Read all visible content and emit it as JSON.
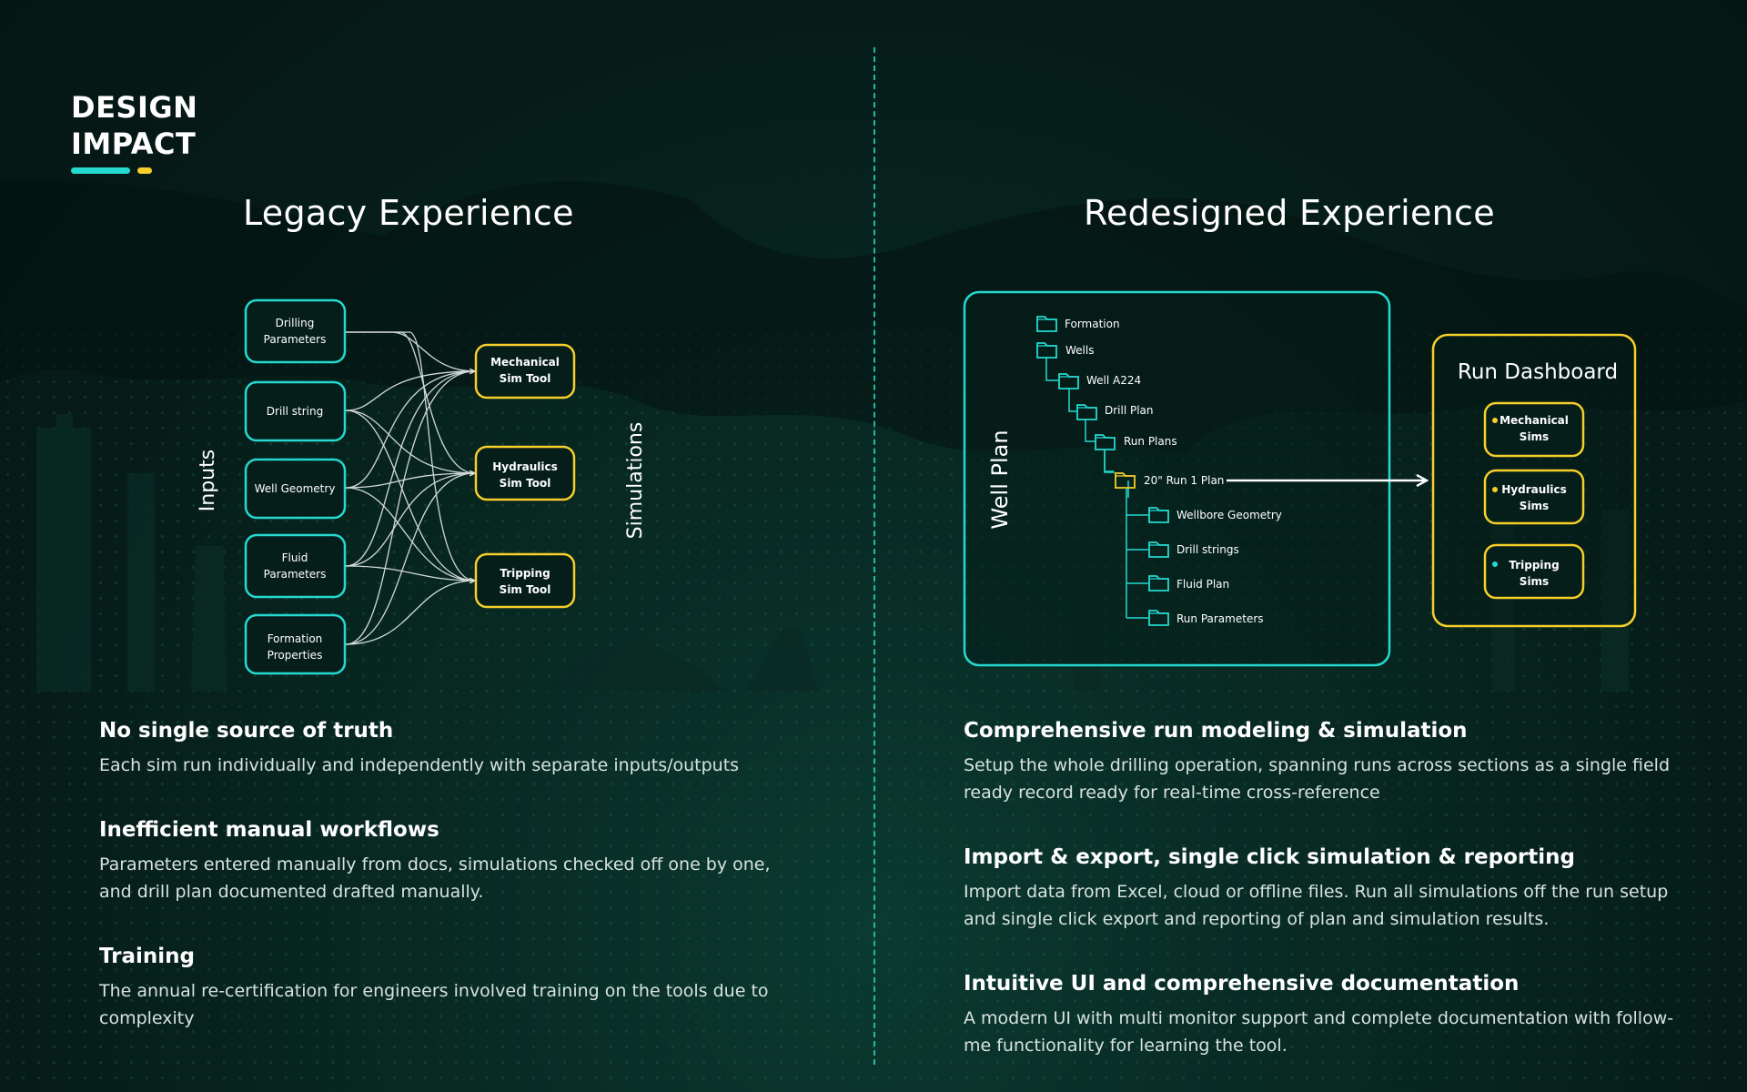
{
  "header": {
    "title_line1": "DESIGN",
    "title_line2": "IMPACT"
  },
  "colors": {
    "accent_teal": "#25d9d0",
    "accent_yellow": "#f6cf2a",
    "background": "#061c18"
  },
  "legacy": {
    "heading": "Legacy Experience",
    "inputs_label": "Inputs",
    "simulations_label": "Simulations",
    "inputs": [
      {
        "line1": "Drilling",
        "line2": "Parameters"
      },
      {
        "line1": "Drill string",
        "line2": ""
      },
      {
        "line1": "Well Geometry",
        "line2": ""
      },
      {
        "line1": "Fluid",
        "line2": "Parameters"
      },
      {
        "line1": "Formation",
        "line2": "Properties"
      }
    ],
    "tools": [
      {
        "line1": "Mechanical",
        "line2": "Sim Tool"
      },
      {
        "line1": "Hydraulics",
        "line2": "Sim Tool"
      },
      {
        "line1": "Tripping",
        "line2": "Sim Tool"
      }
    ],
    "points": [
      {
        "title": "No single source of truth",
        "body": "Each sim run individually and independently with separate inputs/outputs"
      },
      {
        "title": "Inefficient manual workflows",
        "body": "Parameters entered manually from docs, simulations checked off one by one, and drill plan documented drafted manually."
      },
      {
        "title": "Training",
        "body": "The annual re-certification for engineers involved training on the tools due to complexity"
      }
    ]
  },
  "redesigned": {
    "heading": "Redesigned  Experience",
    "well_plan_label": "Well Plan",
    "tree": {
      "formation": "Formation",
      "wells": "Wells",
      "well": "Well A224",
      "drill_plan": "Drill Plan",
      "run_plans": "Run Plans",
      "run": "20\" Run 1 Plan",
      "children": [
        "Wellbore Geometry",
        "Drill strings",
        "Fluid Plan",
        "Run Parameters"
      ]
    },
    "dashboard": {
      "title": "Run Dashboard",
      "items": [
        {
          "line1": "Mechanical",
          "line2": "Sims",
          "dot": "#f6cf2a"
        },
        {
          "line1": "Hydraulics",
          "line2": "Sims",
          "dot": "#f6cf2a"
        },
        {
          "line1": "Tripping",
          "line2": "Sims",
          "dot": "#25d9d0"
        }
      ]
    },
    "points": [
      {
        "title": "Comprehensive run modeling & simulation",
        "body": "Setup the whole drilling operation, spanning runs across sections as a single field ready record ready for real-time cross-reference"
      },
      {
        "title": "Import & export, single click simulation & reporting",
        "body": "Import data from Excel, cloud or offline files. Run all simulations off the run setup and single click export and reporting of plan and simulation results."
      },
      {
        "title": "Intuitive UI and comprehensive documentation",
        "body": "A modern UI with multi monitor support and complete documentation with follow-me functionality for learning the tool."
      }
    ]
  }
}
